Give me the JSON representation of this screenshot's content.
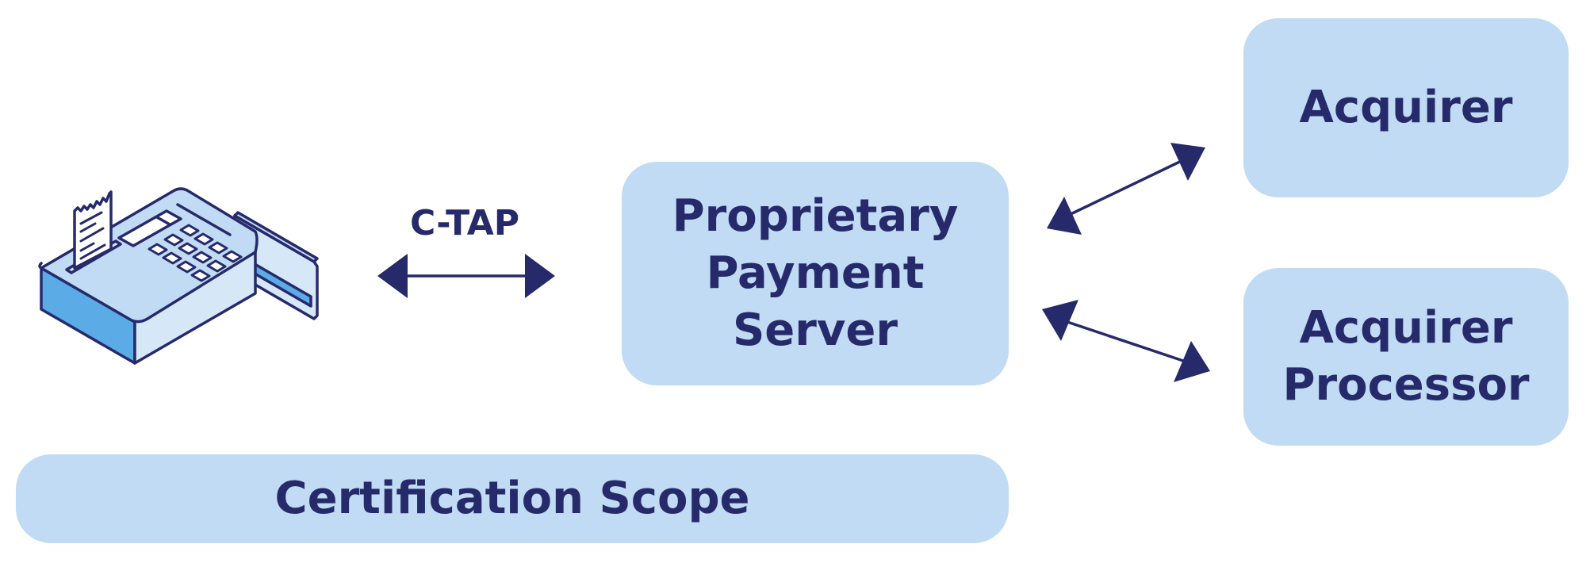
{
  "diagram": {
    "protocol_label": "C-TAP",
    "nodes": {
      "server": "Proprietary\nPayment\nServer",
      "acquirer": "Acquirer",
      "processor": "Acquirer\nProcessor",
      "scope": "Certification Scope"
    },
    "terminal_icon": "payment-terminal-icon",
    "connections": [
      {
        "from": "payment-terminal",
        "to": "server",
        "label": "C-TAP",
        "direction": "bidirectional"
      },
      {
        "from": "server",
        "to": "acquirer",
        "direction": "bidirectional"
      },
      {
        "from": "server",
        "to": "processor",
        "direction": "bidirectional"
      }
    ]
  },
  "colors": {
    "box_fill": "#c0dbf3",
    "text_and_arrows": "#262a6b",
    "terminal_accent": "#5aabe6",
    "terminal_light": "#d6e8f8"
  }
}
